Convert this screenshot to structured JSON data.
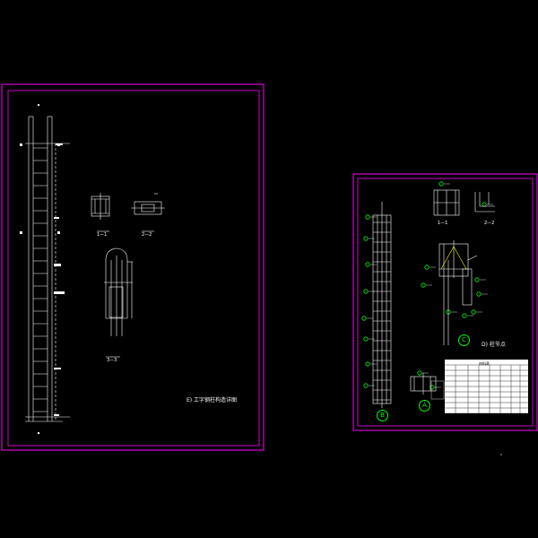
{
  "colors": {
    "background": "#000000",
    "frame": "#ff00ff",
    "line": "#ffffff",
    "callout": "#00ff00",
    "accent": "#ffff00"
  },
  "sheet1": {
    "main_title": "E) 工字钢柱构造详图",
    "section_1": "1—1",
    "section_2": "2—2",
    "section_3": "3—3"
  },
  "sheet2": {
    "main_title": "D) 柱节点",
    "section_1": "1—1",
    "section_2": "2—2",
    "callout_a": "A",
    "callout_b": "B",
    "callout_c": "C",
    "table_title": "材料表"
  }
}
